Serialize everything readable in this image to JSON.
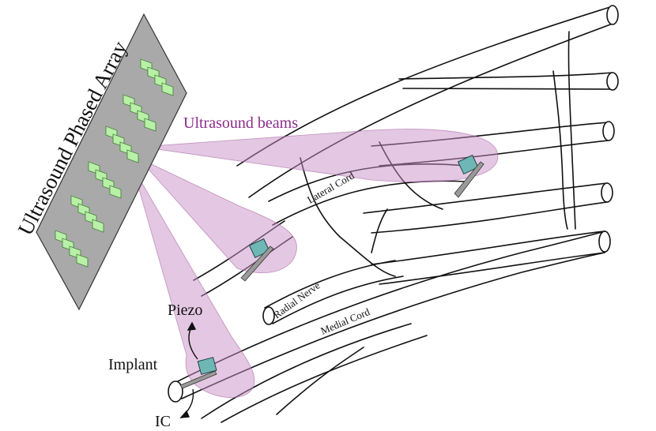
{
  "labels": {
    "array_title": "Ultrasound Phased Array",
    "beams": "Ultrasound beams",
    "lateral_cord": "Lateral Cord",
    "radial_nerve": "Radial Nerve",
    "medial_cord": "Medial Cord",
    "piezo": "Piezo",
    "implant": "Implant",
    "ic": "IC"
  },
  "colors": {
    "beam_fill": "#c98fc6",
    "beam_text": "#8b2d8b",
    "array_plate": "#a9a9a9",
    "element_fill": "#b7f0a6",
    "element_stroke": "#3f7a32",
    "piezo_fill": "#6fb7b7",
    "implant_gray": "#9a9a9a"
  },
  "icons": [
    "phased-array-element",
    "piezo-implant",
    "curved-arrow"
  ]
}
